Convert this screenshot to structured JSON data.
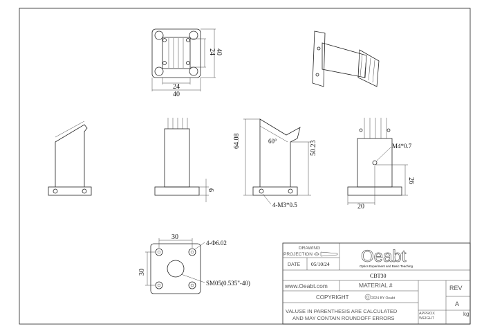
{
  "views": {
    "top": {
      "inner_width": "24",
      "outer_width": "40",
      "inner_height": "24",
      "outer_height": "40"
    },
    "side_center": {
      "angle": "60°",
      "total_height": "64.08",
      "body_height": "50.23",
      "mounting_holes": "4-M3*0.5"
    },
    "front": {
      "base_height": "6"
    },
    "right": {
      "thread": "M4*0.7",
      "hole_height": "26",
      "hole_offset": "20"
    },
    "bottom": {
      "width": "30",
      "height": "30",
      "holes": "4-Φ6.02",
      "thread": "SM05(0.535\"-40)"
    }
  },
  "title_block": {
    "drawing_label": "DRAWING",
    "projection_label": "PROJECTION",
    "date_label": "DATE",
    "date": "05/10/24",
    "logo": "Oeabt",
    "logo_tagline": "Optics Experiment and Basic Teaching",
    "part_number": "CBT30",
    "website": "www.Oeabt.com",
    "material_label": "MATERIAL #",
    "rev_label": "REV",
    "rev": "A",
    "copyright": "COPYRIGHT",
    "copyright_year": "2024 BY Oeabt",
    "note_line1": "VALUSE IN PARENTHESIS ARE CALCULATED",
    "note_line2": "AND MAY CONTAIN ROUNDOFF ERRORS",
    "weight_label_1": "APPROX",
    "weight_label_2": "WEIGHT",
    "weight_unit": "kg"
  }
}
